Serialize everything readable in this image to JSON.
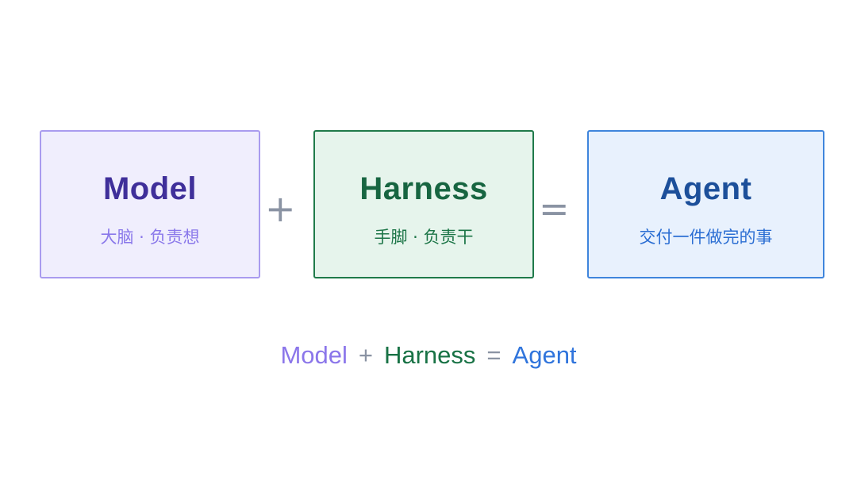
{
  "boxes": {
    "model": {
      "title": "Model",
      "subtitle": "大脑 · 负责想",
      "colors": {
        "bg": "#f0eefd",
        "border": "#a99bef",
        "title": "#3f2f9a",
        "subtitle": "#8a78ea"
      }
    },
    "harness": {
      "title": "Harness",
      "subtitle": "手脚 · 负责干",
      "colors": {
        "bg": "#e6f4ec",
        "border": "#1f7a4a",
        "title": "#176541",
        "subtitle": "#1c7547"
      }
    },
    "agent": {
      "title": "Agent",
      "subtitle": "交付一件做完的事",
      "colors": {
        "bg": "#e8f1fd",
        "border": "#3f85dc",
        "title": "#1c4f9a",
        "subtitle": "#2b6ed3"
      }
    }
  },
  "operators": {
    "plus": "+",
    "equals": "="
  },
  "formula": {
    "model": "Model",
    "plus": "+",
    "harness": "Harness",
    "equals": "=",
    "agent": "Agent"
  },
  "colors": {
    "operator": "#8a93a3",
    "background": "#ffffff"
  }
}
